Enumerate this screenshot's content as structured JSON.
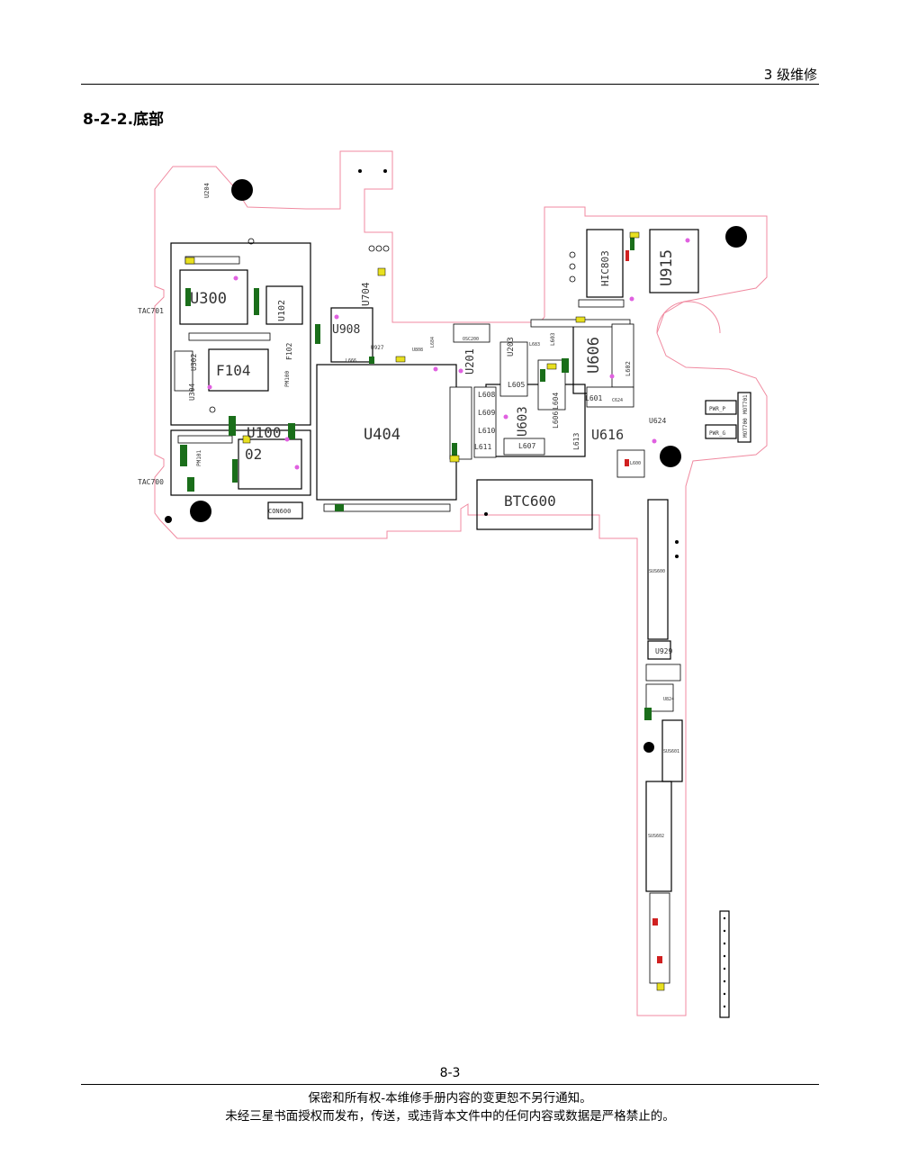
{
  "header": {
    "right": "3 级维修"
  },
  "section": {
    "title": "8-2-2.底部"
  },
  "board": {
    "labels": {
      "u300": "U300",
      "u102": "U102",
      "f104": "F104",
      "f102": "F102",
      "u302": "U302",
      "u304": "U304",
      "u100": "U100",
      "s02": "02",
      "u404": "U404",
      "u908": "U908",
      "u704": "U704",
      "u927": "U927",
      "u201": "U201",
      "u203": "U203",
      "l605": "L605",
      "l608": "L608",
      "l609": "L609",
      "l610": "L610",
      "l611": "L611",
      "l607": "L607",
      "u603": "U603",
      "l604": "L604",
      "l606": "L606",
      "l613": "L613",
      "l601": "L601",
      "u606": "U606",
      "u616": "U616",
      "u624": "U624",
      "l602": "L602",
      "btc600": "BTC600",
      "hic803": "HIC803",
      "u915": "U915",
      "tac701": "TAC701",
      "tac700": "TAC700",
      "con600": "CON600",
      "pwr_p": "PWR_P",
      "pwr_g": "PWR_G",
      "mot701": "MOT701",
      "mot700": "MOT700",
      "sus600": "SUS600",
      "sus601": "SUS601",
      "sus602": "SUS602",
      "u929": "U929",
      "u824": "U824",
      "u204": "U204",
      "pm101": "PM101",
      "pm100": "PM100",
      "osc200": "OSC200",
      "l603": "L603",
      "l600": "L600",
      "c624": "C624",
      "l683": "L683",
      "l684": "L684",
      "u808": "U808",
      "l666": "L666"
    }
  },
  "footer": {
    "page": "8-3",
    "line1": "保密和所有权-本维修手册内容的变更恕不另行通知。",
    "line2": "未经三星书面授权而发布，传送，或违背本文件中的任何内容或数据是严格禁止的。"
  }
}
